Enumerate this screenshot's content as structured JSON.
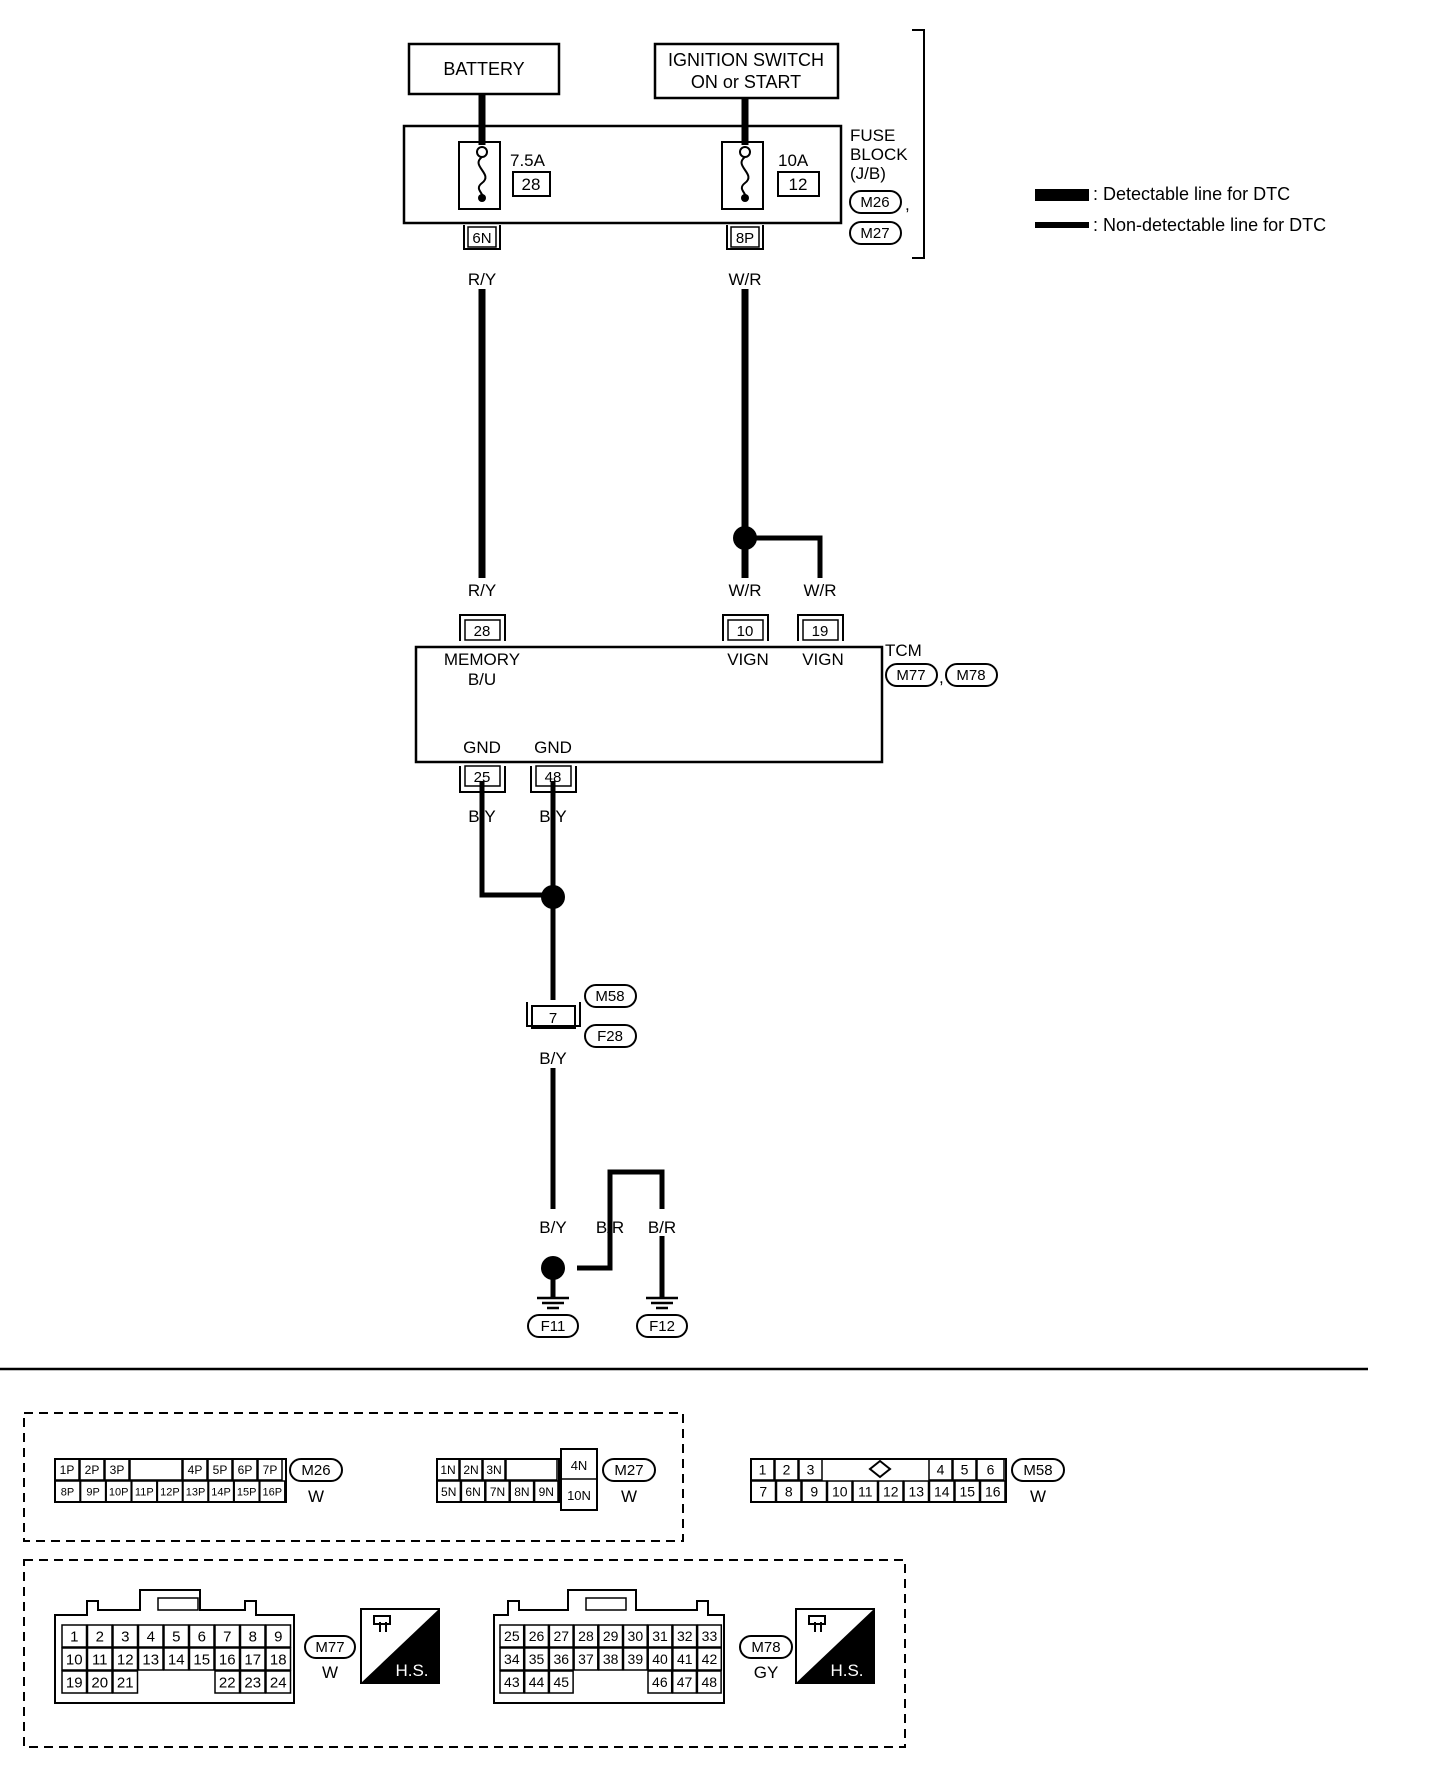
{
  "legend": {
    "detectable": ": Detectable line for DTC",
    "non_detectable": ": Non-detectable line for DTC"
  },
  "sources": {
    "battery": "BATTERY",
    "ignition_line1": "IGNITION SWITCH",
    "ignition_line2": "ON or START"
  },
  "fuse_block": {
    "title_line1": "FUSE",
    "title_line2": "BLOCK",
    "title_line3": "(J/B)",
    "conn1": "M26",
    "conn1_sep": ",",
    "conn2": "M27",
    "fuse1_rating": "7.5A",
    "fuse1_number": "28",
    "fuse2_rating": "10A",
    "fuse2_number": "12",
    "pin1": "6N",
    "pin2": "8P"
  },
  "wires": {
    "ry_top": "R/Y",
    "wr_top": "W/R",
    "ry_mid": "R/Y",
    "wr_mid1": "W/R",
    "wr_mid2": "W/R",
    "by_gnd1": "B/Y",
    "by_gnd2": "B/Y",
    "by_main": "B/Y",
    "by_low": "B/Y",
    "br_1": "B/R",
    "br_2": "B/R"
  },
  "tcm": {
    "title": "TCM",
    "conn1": "M77",
    "conn_sep": ",",
    "conn2": "M78",
    "pin_memory": "28",
    "memory_label1": "MEMORY",
    "memory_label2": "B/U",
    "pin_vign1": "10",
    "vign1_label": "VIGN",
    "pin_vign2": "19",
    "vign2_label": "VIGN",
    "gnd1_label": "GND",
    "pin_gnd1": "25",
    "gnd2_label": "GND",
    "pin_gnd2": "48"
  },
  "joint_connector": {
    "pin": "7",
    "conn_top": "M58",
    "conn_bottom": "F28"
  },
  "grounds": {
    "g1": "F11",
    "g2": "F12"
  },
  "connectors": {
    "m26": {
      "id": "M26",
      "color": "W",
      "row1": [
        "1P",
        "2P",
        "3P",
        "",
        "4P",
        "5P",
        "6P",
        "7P"
      ],
      "row2": [
        "8P",
        "9P",
        "10P",
        "11P",
        "12P",
        "13P",
        "14P",
        "15P",
        "16P"
      ]
    },
    "m27": {
      "id": "M27",
      "color": "W",
      "row1": [
        "1N",
        "2N",
        "3N",
        ""
      ],
      "row2": [
        "5N",
        "6N",
        "7N",
        "8N",
        "9N"
      ],
      "side_top": "4N",
      "side_bottom": "10N"
    },
    "m58": {
      "id": "M58",
      "color": "W",
      "row1": [
        "1",
        "2",
        "3",
        "4",
        "5",
        "6"
      ],
      "row2": [
        "7",
        "8",
        "9",
        "10",
        "11",
        "12",
        "13",
        "14",
        "15",
        "16"
      ]
    },
    "m77": {
      "id": "M77",
      "color": "W",
      "hs": "H.S.",
      "row1": [
        "1",
        "2",
        "3",
        "4",
        "5",
        "6",
        "7",
        "8",
        "9"
      ],
      "row2": [
        "10",
        "11",
        "12",
        "13",
        "14",
        "15",
        "16",
        "17",
        "18"
      ],
      "row3": [
        "19",
        "20",
        "21",
        "22",
        "23",
        "24"
      ]
    },
    "m78": {
      "id": "M78",
      "color": "GY",
      "hs": "H.S.",
      "row1": [
        "25",
        "26",
        "27",
        "28",
        "29",
        "30",
        "31",
        "32",
        "33"
      ],
      "row2": [
        "34",
        "35",
        "36",
        "37",
        "38",
        "39",
        "40",
        "41",
        "42"
      ],
      "row3": [
        "43",
        "44",
        "45",
        "46",
        "47",
        "48"
      ]
    }
  }
}
